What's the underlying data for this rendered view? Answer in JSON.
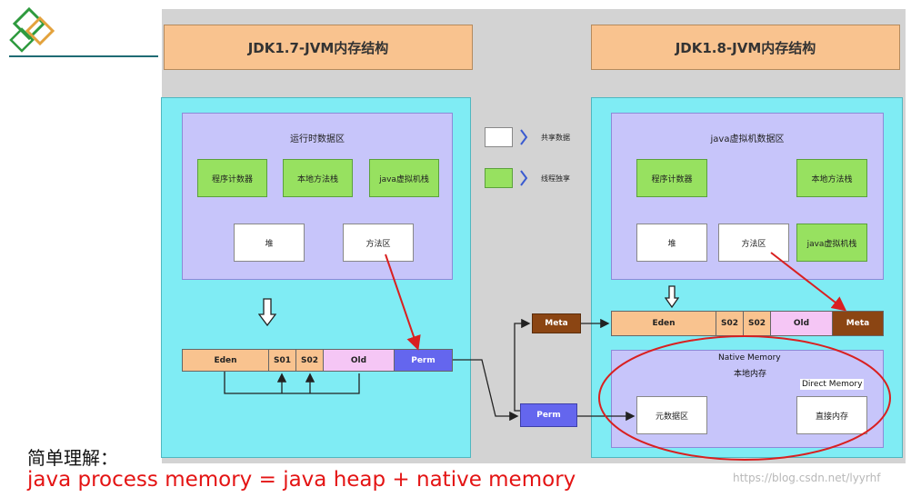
{
  "jdk17": {
    "header": "JDK1.7-JVM内存结构",
    "runtime_title": "运行时数据区",
    "pc": "程序计数器",
    "native_stack": "本地方法栈",
    "java_stack": "java虚拟机栈",
    "heap": "堆",
    "method_area": "方法区",
    "eden": "Eden",
    "s01": "S01",
    "s02": "S02",
    "old": "Old",
    "perm": "Perm"
  },
  "jdk18": {
    "header": "JDK1.8-JVM内存结构",
    "runtime_title": "java虚拟机数据区",
    "pc": "程序计数器",
    "native_stack": "本地方法栈",
    "java_stack": "java虚拟机栈",
    "heap": "堆",
    "method_area": "方法区",
    "eden": "Eden",
    "s02a": "S02",
    "s02b": "S02",
    "old": "Old",
    "meta": "Meta",
    "native_memory_en": "Native Memory",
    "native_memory_cn": "本地内存",
    "direct_memory_en": "Direct Memory",
    "metaspace": "元数据区",
    "direct_memory_cn": "直接内存"
  },
  "legend": {
    "shared": "共享数据",
    "private": "线程独享"
  },
  "middle": {
    "meta": "Meta",
    "perm": "Perm"
  },
  "summary": {
    "title": "简单理解：",
    "formula": "java process memory = java heap + native memory"
  },
  "watermark": "https://blog.csdn.net/lyyrhf",
  "colors": {
    "header": "#f9c38f",
    "panel": "#7fecf4",
    "inner": "#c7c5fa",
    "green": "#97e160",
    "perm": "#6466ee",
    "meta": "#8b4513",
    "old": "#f5c6f5",
    "arrow_red": "#d92020",
    "formula": "#e41414"
  }
}
